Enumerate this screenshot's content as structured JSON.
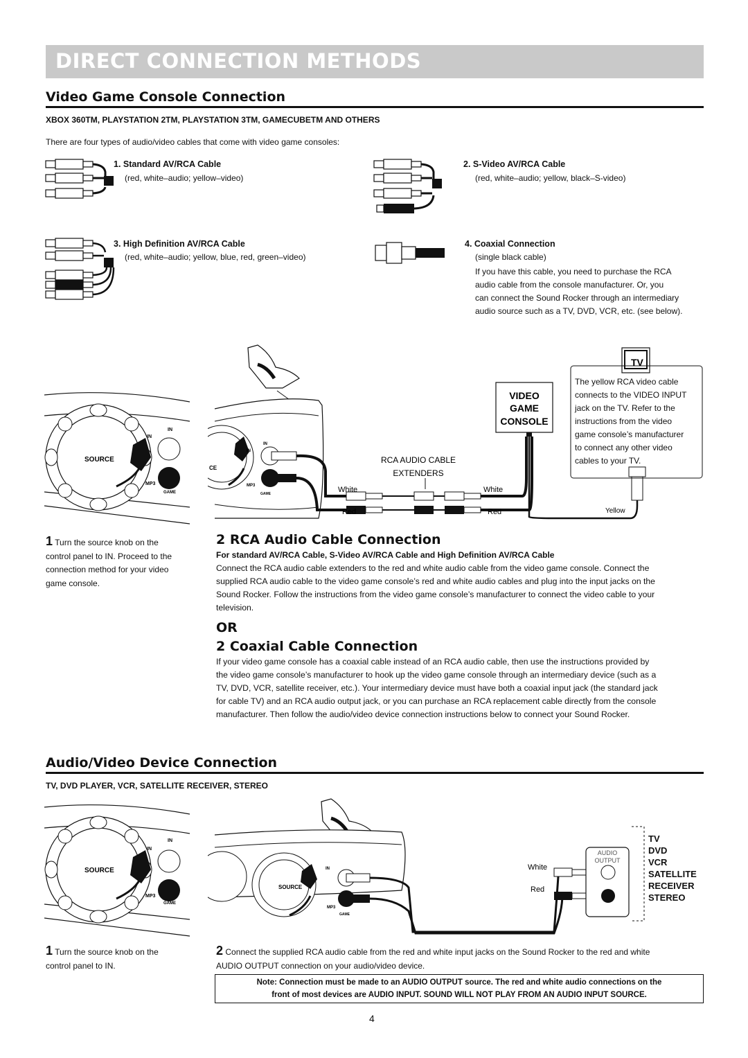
{
  "banner": {
    "title": "DIRECT CONNECTION METHODS"
  },
  "video_game": {
    "heading": "Video Game Console Connection",
    "subheading": "XBOX 360TM, PLAYSTATION 2TM, PLAYSTATION 3TM, GAMECUBETM AND OTHERS",
    "intro": "There are four types of audio/video cables that come with video game consoles:",
    "cables": [
      {
        "title": "1.  Standard AV/RCA Cable",
        "desc": "(red, white–audio; yellow–video)"
      },
      {
        "title": "2. S-Video AV/RCA Cable",
        "desc": "(red, white–audio; yellow, black–S-video)"
      },
      {
        "title": "3. High Definition AV/RCA Cable",
        "desc": "(red, white–audio; yellow, blue, red, green–video)"
      },
      {
        "title": "4.  Coaxial Connection",
        "desc": "(single black cable)",
        "extra": [
          "If you have this cable, you need to purchase the RCA",
          "audio cable from the console manufacturer. Or, you",
          "can connect the Sound Rocker through an intermediary",
          "audio source such as a TV, DVD, VCR, etc. (see below)."
        ]
      }
    ]
  },
  "diagram1": {
    "tv_label": "TV",
    "console_label": [
      "VIDEO",
      "GAME",
      "CONSOLE"
    ],
    "tv_note": [
      "The yellow RCA video cable",
      "connects to the VIDEO INPUT",
      "jack on the TV. Refer to the",
      "instructions from the video",
      "game console’s manufacturer",
      "to connect any other video",
      "cables to your TV."
    ],
    "extenders": [
      "RCA AUDIO CABLE",
      "EXTENDERS"
    ],
    "white": "White",
    "red": "Red",
    "yellow": "Yellow",
    "panel": {
      "source": "SOURCE",
      "in": "IN",
      "mp3": "MP3",
      "game": "GAME",
      "ce": "CE"
    }
  },
  "step1": {
    "num": "1",
    "text": [
      " Turn the source knob on the",
      "control panel to IN. Proceed to the",
      "connection method for your video",
      "game console."
    ]
  },
  "rca": {
    "heading": "2 RCA Audio Cable Connection",
    "bold": "For standard AV/RCA Cable, S-Video AV/RCA Cable and High Definition AV/RCA Cable",
    "text": [
      "Connect the RCA audio cable extenders to the red and white audio cable from the video game console. Connect the",
      "supplied RCA audio cable to the video game console’s red and white audio cables and plug into the input jacks on the",
      "Sound Rocker. Follow the instructions from the video game console’s manufacturer to connect the video cable to your",
      "television."
    ]
  },
  "or": "OR",
  "coax": {
    "heading": "2 Coaxial Cable Connection",
    "text": [
      "If your video game console has a coaxial cable instead of an RCA audio cable, then use the instructions provided by",
      "the video game console’s manufacturer to hook up the video game console through an intermediary device (such as a",
      "TV, DVD, VCR, satellite receiver, etc.). Your intermediary device must have both a coaxial input jack (the standard jack",
      "for cable TV) and an RCA audio output jack, or you can purchase an RCA replacement cable directly from the console",
      "manufacturer. Then follow the audio/video device connection instructions below to connect your Sound Rocker."
    ]
  },
  "av": {
    "heading": "Audio/Video Device Connection",
    "subheading": "TV, DVD PLAYER, VCR, SATELLITE RECEIVER, STEREO",
    "devices": [
      "TV",
      "DVD",
      "VCR",
      "SATELLITE",
      "RECEIVER",
      "STEREO"
    ],
    "audio_output": [
      "AUDIO",
      "OUTPUT"
    ],
    "white": "White",
    "red": "Red"
  },
  "step1b": {
    "num": "1",
    "text": [
      " Turn the source knob on the",
      "control panel to IN."
    ]
  },
  "step2b": {
    "num": "2",
    "text": [
      " Connect the supplied RCA audio cable from the red and white input jacks on the Sound Rocker to the red and white",
      "AUDIO OUTPUT connection on your audio/video device."
    ]
  },
  "note": {
    "text": [
      "Note: Connection must be made to an AUDIO OUTPUT source. The red and white audio connections on the",
      "front of most devices are AUDIO INPUT. SOUND WILL NOT PLAY FROM AN AUDIO INPUT SOURCE."
    ]
  },
  "page_number": "4"
}
